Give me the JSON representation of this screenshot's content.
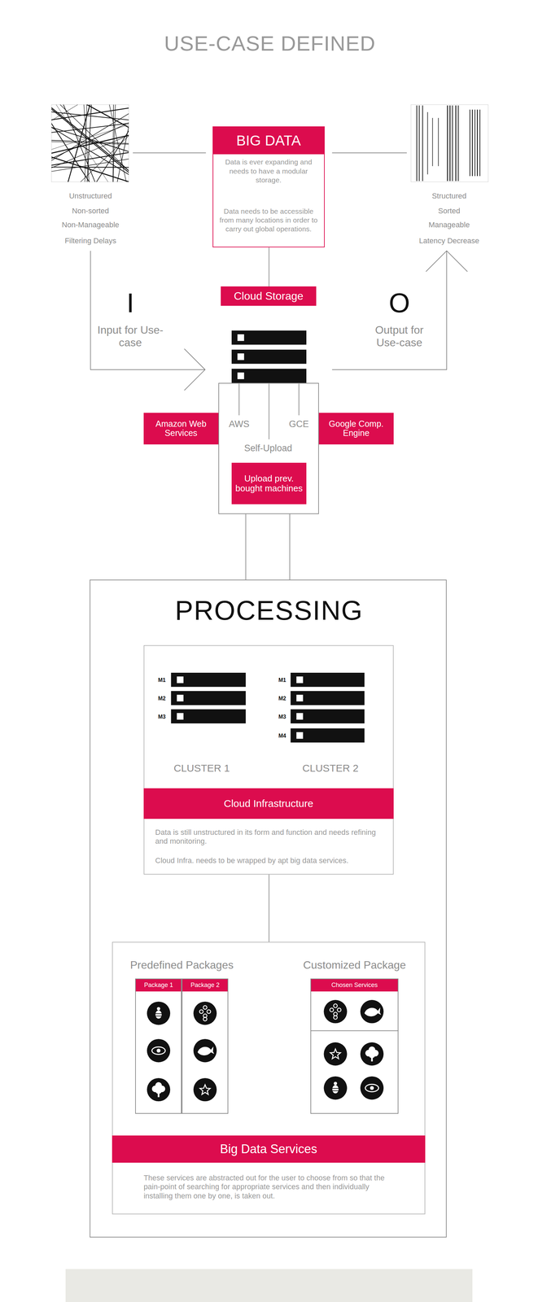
{
  "diagram": {
    "title": "USE-CASE DEFINED",
    "nodes": [
      {
        "text": [
          "BIG DATA",
          "Data is ever expanding and needs to have a modular storage.",
          "Data needs to be accessible from many locations in order to carry out global operations."
        ]
      },
      {
        "text": [
          "Cloud Storage"
        ]
      },
      {
        "text": [
          "Amazon Web Services"
        ]
      },
      {
        "text": [
          "AWS",
          "GCE",
          "Self-Upload"
        ]
      },
      {
        "text": [
          "Upload prev. bought machines"
        ],
        "in": 3
      },
      {
        "text": [
          "Google Comp. Engine"
        ]
      },
      {
        "text": [
          "PROCESSING"
        ]
      },
      {
        "text": [
          "Data is still unstructured in its form and function and needs refining and monitoring.",
          "Cloud Infra. needs to be wrapped by apt big data services."
        ],
        "in": 6
      },
      {
        "text": [
          "Cloud Infrastructure"
        ],
        "in": 7
      },
      {
        "text": [
          "Predefined Packages",
          "Customized Package",
          "These services are abstracted out for the user to choose from so that the pain-point of searching for appropriate services and then individually installing them one by one, is taken out."
        ],
        "in": 6
      },
      {
        "text": [
          "Package 1"
        ],
        "in": 9
      },
      {
        "text": [
          "Package 2"
        ],
        "in": 9
      },
      {
        "text": [
          "Chosen Services"
        ],
        "in": 9
      },
      {
        "text": [
          "Big Data Services"
        ],
        "in": 9
      }
    ],
    "edges": [
      {
        "from": 0,
        "to": 1,
        "arrow": "none"
      },
      {
        "from": 3,
        "to": 6,
        "arrow": "none"
      },
      {
        "from": 3,
        "to": 6,
        "arrow": "none"
      },
      {
        "from": 7,
        "to": 9,
        "arrow": "none"
      }
    ],
    "labels": [
      "Unstructured",
      "Non-sorted",
      "Non-Manageable",
      "Filtering Delays",
      "Structured",
      "Sorted",
      "Manageable",
      "Latency Decrease",
      "I",
      "Input for Use-case",
      "O",
      "Output for Use-case",
      "M1",
      "M2",
      "M3",
      "M1",
      "M2",
      "M3",
      "M4",
      "CLUSTER 1",
      "CLUSTER 2"
    ]
  }
}
